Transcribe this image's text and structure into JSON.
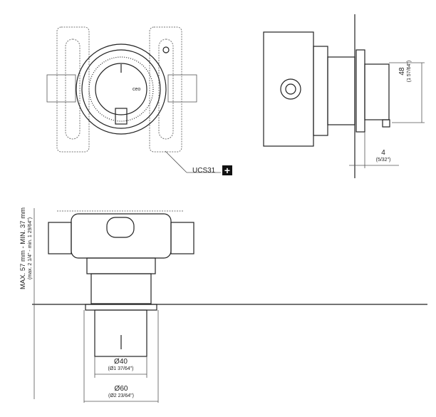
{
  "front_view": {
    "label": "UCS31",
    "plus_icon": "plus-icon",
    "dial_text": "ceo"
  },
  "side_view": {
    "height_mm": "48",
    "height_in": "(1 57/64\")",
    "projection_mm": "4",
    "projection_in": "(5/32\")"
  },
  "bottom_view": {
    "depth_mm": "MAX. 57 mm - MIN. 37 mm",
    "depth_in": "(max. 2 1/4\" - min. 1 29/64\")",
    "diam40_mm": "Ø40",
    "diam40_in": "(Ø1 37/64\")",
    "diam60_mm": "Ø60",
    "diam60_in": "(Ø2 23/64\")"
  }
}
